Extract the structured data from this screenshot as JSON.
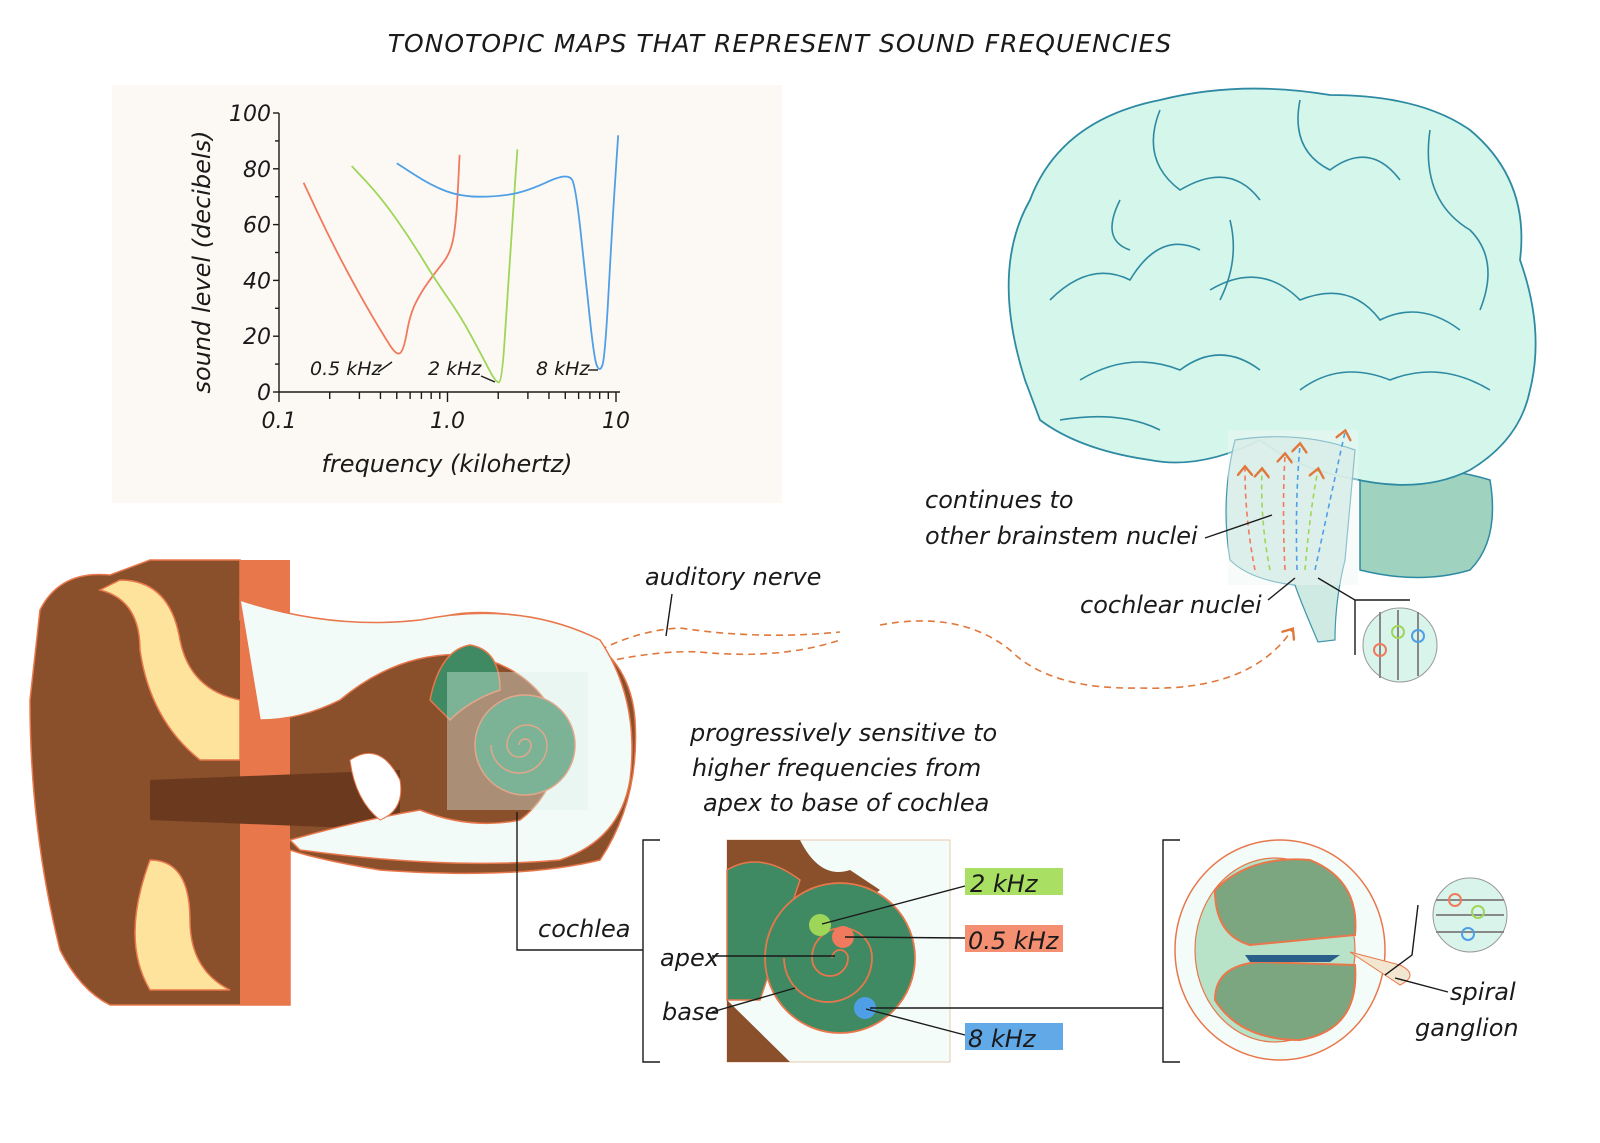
{
  "title": "TONOTOPIC MAPS THAT REPRESENT SOUND FREQUENCIES",
  "colors": {
    "low_freq": "#f07a5e",
    "mid_freq": "#9ed65a",
    "high_freq": "#4f9fe6",
    "brain_fill": "#d5f6ea",
    "brain_stroke": "#2e8aa3",
    "cochlea_green": "#3f8a62",
    "ear_brown": "#8a4f2b",
    "ear_orange": "#e8774b",
    "cartilage": "#fde39c"
  },
  "chart_data": {
    "type": "line",
    "title": "",
    "xlabel": "frequency (kilohertz)",
    "ylabel": "sound level (decibels)",
    "xscale": "log",
    "xlim": [
      0.1,
      10
    ],
    "ylim": [
      0,
      100
    ],
    "xticks": [
      {
        "value": 0.1,
        "label": "0.1"
      },
      {
        "value": 1.0,
        "label": "1.0"
      },
      {
        "value": 10,
        "label": "10"
      }
    ],
    "yticks": [
      {
        "value": 0,
        "label": "0"
      },
      {
        "value": 20,
        "label": "20"
      },
      {
        "value": 40,
        "label": "40"
      },
      {
        "value": 60,
        "label": "60"
      },
      {
        "value": 80,
        "label": "80"
      },
      {
        "value": 100,
        "label": "100"
      }
    ],
    "series": [
      {
        "name": "0.5 kHz",
        "color": "#f07a5e",
        "x": [
          0.14,
          0.2,
          0.3,
          0.42,
          0.5,
          0.55,
          0.6,
          0.7,
          0.85,
          1.05,
          1.13,
          1.18
        ],
        "y": [
          75,
          55,
          35,
          20,
          13,
          15,
          28,
          36,
          43,
          50,
          62,
          85
        ]
      },
      {
        "name": "2 kHz",
        "color": "#9ed65a",
        "x": [
          0.27,
          0.4,
          0.6,
          0.85,
          1.2,
          1.6,
          1.95,
          2.1,
          2.25,
          2.45,
          2.6
        ],
        "y": [
          81,
          70,
          55,
          40,
          27,
          13,
          3,
          4,
          30,
          65,
          87
        ]
      },
      {
        "name": "8 kHz",
        "color": "#4f9fe6",
        "x": [
          0.5,
          0.8,
          1.2,
          2.0,
          3.0,
          5.3,
          5.8,
          6.5,
          7.4,
          8.0,
          8.6,
          9.5,
          10.3
        ],
        "y": [
          82,
          74,
          70,
          70,
          72,
          79,
          72,
          45,
          12,
          7,
          12,
          60,
          92
        ]
      }
    ]
  },
  "labels": {
    "auditory_nerve": "auditory nerve",
    "continues_line1": "continues to",
    "continues_line2": "other brainstem nuclei",
    "cochlear_nuclei": "cochlear nuclei",
    "progressive_line1": "progressively sensitive to",
    "progressive_line2": "higher frequencies from",
    "progressive_line3": "apex to base of cochlea",
    "cochlea": "cochlea",
    "apex": "apex",
    "base": "base",
    "spiral": "spiral",
    "ganglion": "ganglion",
    "freq_2": "2 kHz",
    "freq_05": "0.5 kHz",
    "freq_8": "8 kHz"
  }
}
